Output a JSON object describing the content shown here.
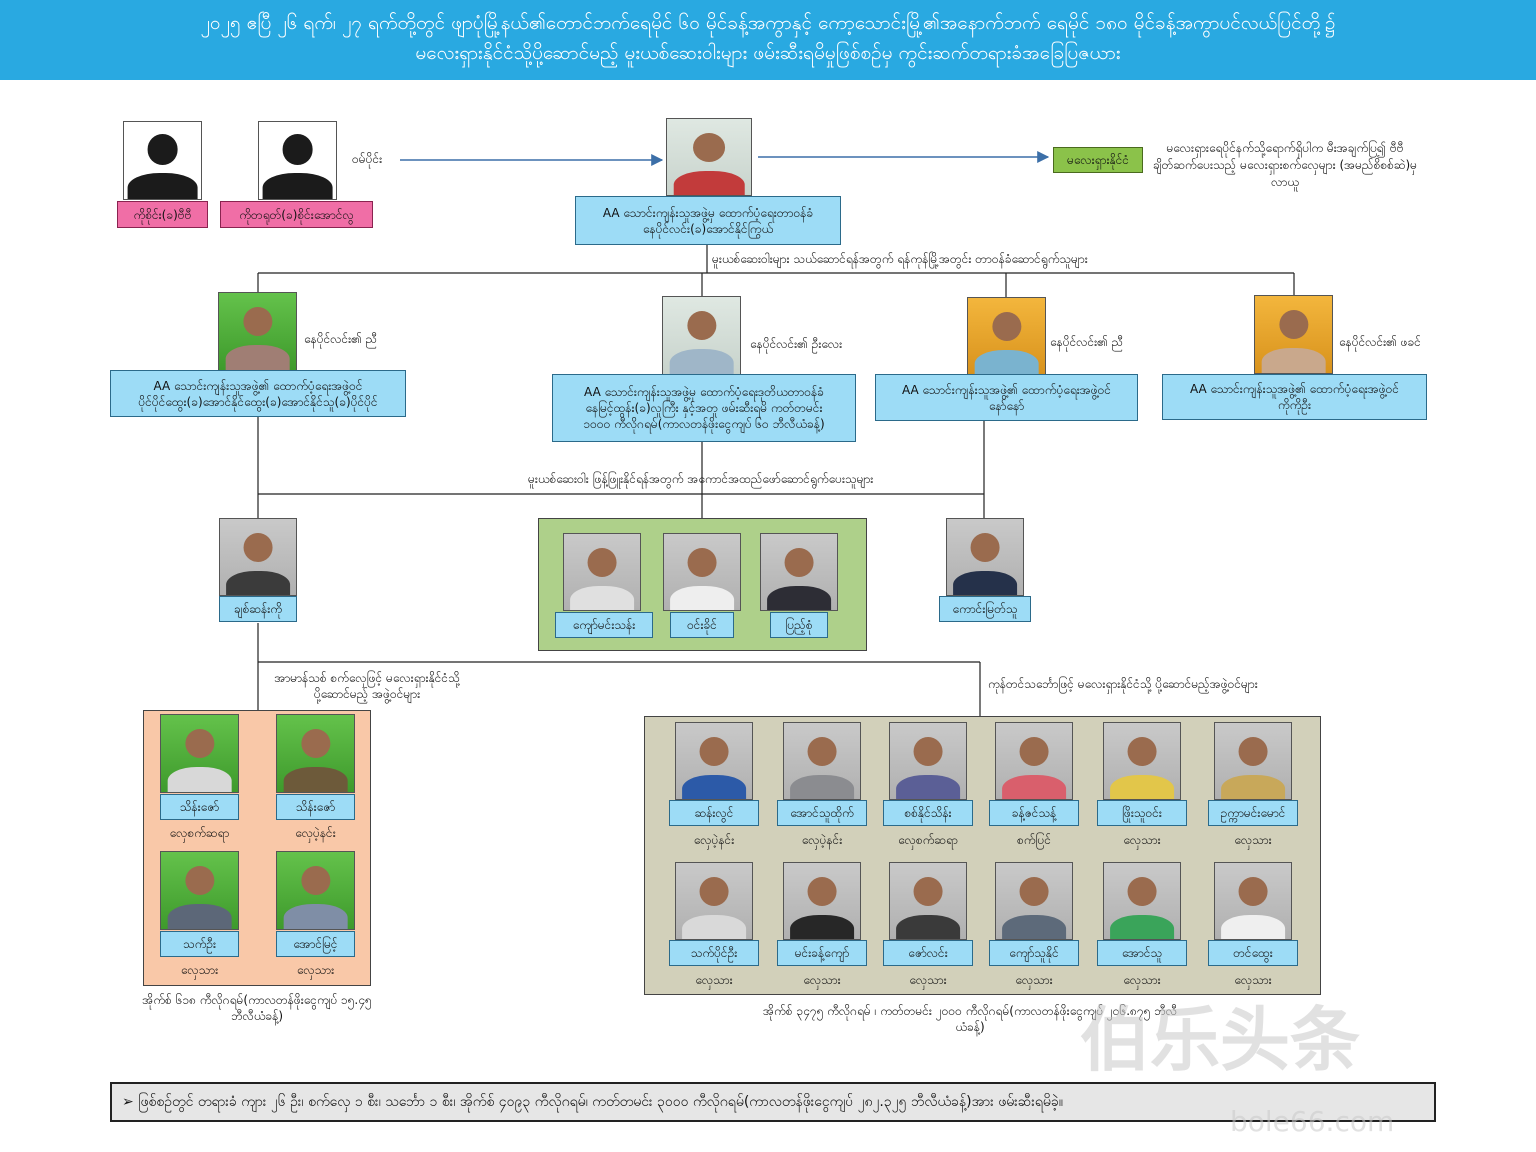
{
  "banner": {
    "line1": "၂၀၂၅ ဧပြီ ၂၆ ရက်၊ ၂၇ ရက်တို့တွင် ဖျာပုံမြို့နယ်၏တောင်ဘက်ရေမိုင် ၆၀ မိုင်ခန့်အကွာနှင့် ကော့သောင်းမြို့၏အနောက်ဘက် ရေမိုင် ၁၈၀ မိုင်ခန့်အကွာပင်လယ်ပြင်တို့၌",
    "line2": "မလေးရှားနိုင်ငံသို့ပို့ဆောင်မည့် မူးယစ်ဆေးဝါးများ ဖမ်းဆီးရမိမှုဖြစ်စဉ်မှ ကွင်းဆက်တရားခံအခြေပြဇယား"
  },
  "top": {
    "left_people": [
      {
        "name": "ကိုစိုင်း(ခ)ဗီဗီ"
      },
      {
        "name": "ကိုတရုတ်(ခ)စိုင်းအောင်လွ"
      }
    ],
    "arrow_label": "ဝမ်ပိုင်း",
    "leader": {
      "line1": "AA သောင်းကျန်းသူအဖွဲ့မှ ထောက်ပံ့ရေးတာဝန်ခံ",
      "line2": "နေပိုင်လင်း(ခ)အောင်နိုင်ကြွယ်"
    },
    "destination": "မလေးရှားနိုင်ငံ",
    "buyer_note": "မလေးရှားရေပိုင်နက်သို့ရောက်ရှိပါက မီးအချက်ပြ၍ ဗီဗီ ချိတ်ဆက်ပေးသည့် မလေးရှားစက်လှေများ (အမည်စိစစ်ဆဲ)မှလာယူ"
  },
  "tier1": {
    "header": "မူးယစ်ဆေးဝါးများ သယ်ဆောင်ရန်အတွက် ရန်ကုန်မြို့အတွင်း တာဝန်ခံဆောင်ရွက်သူများ",
    "members": [
      {
        "relation": "နေပိုင်လင်း၏ ညီ",
        "line1": "AA သောင်းကျန်းသူအဖွဲ့၏ ထောက်ပံ့ရေးအဖွဲ့ဝင်",
        "line2": "ပိုင်ပိုင်ထွေး(ခ)အောင်နိုင်ထွေး(ခ)အောင်နိုင်သူ(ခ)ပိုင်ပိုင်",
        "line3": ""
      },
      {
        "relation": "နေပိုင်လင်း၏ ဦးလေး",
        "line1": "AA သောင်းကျန်းသူအဖွဲ့မှ ထောက်ပံ့ရေးဒုတိယတာဝန်ခံ",
        "line2": "နေမြင့်ထွန်း(ခ)လူကြီး နှင့်အတူ ဖမ်းဆီးရမိ ကတ်တမင်း",
        "line3": "၁၀၀၀ ကီလိုဂရမ်(ကာလတန်ဖိုးငွေကျပ် ၆၀ ဘီလီယံခန့်)"
      },
      {
        "relation": "နေပိုင်လင်း၏ ညီ",
        "line1": "AA သောင်းကျန်းသူအဖွဲ့၏ ထောက်ပံ့ရေးအဖွဲ့ဝင်",
        "line2": "နော်နော်",
        "line3": ""
      },
      {
        "relation": "နေပိုင်လင်း၏ ဖခင်",
        "line1": "AA သောင်းကျန်းသူအဖွဲ့၏ ထောက်ပံ့ရေးအဖွဲ့ဝင်",
        "line2": "ကိုကိုဦး",
        "line3": ""
      }
    ]
  },
  "tier2": {
    "header": "မူးယစ်ဆေးဝါး ဖြန့်ဖြူးနိုင်ရန်အတွက် အကောင်အထည်ဖော်ဆောင်ရွက်ပေးသူများ",
    "left": {
      "name": "ချစ်ဆန်းကို"
    },
    "group": [
      {
        "name": "ကျော်မင်းသန်း"
      },
      {
        "name": "ဝင်းခိုင်"
      },
      {
        "name": "ပြည့်စုံ"
      }
    ],
    "right": {
      "name": "ကောင်းမြတ်သူ"
    }
  },
  "tier3": {
    "left_header": "အာမာန်သစ် စက်လှေဖြင့် မလေးရှားနိုင်ငံသို့ ပို့ဆောင်မည့် အဖွဲ့ဝင်များ",
    "right_header": "ကုန်တင်သင်္ဘောဖြင့် မလေးရှားနိုင်ငံသို့ ပို့ဆောင်မည့်အဖွဲ့ဝင်များ",
    "left_crew": [
      {
        "name": "သိန်းဇော်",
        "role": "လှေစက်ဆရာ"
      },
      {
        "name": "သိန်းဇော်",
        "role": "လှေပဲ့နင်း"
      },
      {
        "name": "သက်ဦး",
        "role": "လှေသား"
      },
      {
        "name": "အောင်မြင့်",
        "role": "လှေသား"
      }
    ],
    "left_seizure": "အိုက်စ် ၆၁၈ ကီလိုဂရမ်(ကာလတန်ဖိုးငွေကျပ် ၁၅.၄၅ ဘီလီယံခန့်)",
    "right_crew": [
      {
        "name": "ဆန်းလွင်",
        "role": "လှေပဲ့နင်း"
      },
      {
        "name": "အောင်သူထိုက်",
        "role": "လှေပဲ့နင်း"
      },
      {
        "name": "စစ်နိုင်သိန်း",
        "role": "လှေစက်ဆရာ"
      },
      {
        "name": "ခန့်ဇင်သန့်",
        "role": "စက်ပြင်"
      },
      {
        "name": "ဖြိုးသူဝင်း",
        "role": "လှေသား"
      },
      {
        "name": "ဥက္ကာမင်းမောင်",
        "role": "လှေသား"
      },
      {
        "name": "သက်ပိုင်ဦး",
        "role": "လှေသား"
      },
      {
        "name": "မင်းခန့်ကျော်",
        "role": "လှေသား"
      },
      {
        "name": "ဇော်လင်း",
        "role": "လှေသား"
      },
      {
        "name": "ကျော်သူနိုင်",
        "role": "လှေသား"
      },
      {
        "name": "အောင်သူ",
        "role": "လှေသား"
      },
      {
        "name": "တင်ထွေး",
        "role": "လှေသား"
      }
    ],
    "right_seizure": "အိုက်စ် ၃၄၇၅ ကီလိုဂရမ် ၊ ကတ်တမင်း ၂၀၀၀ ကီလိုဂရမ်(ကာလတန်ဖိုးငွေကျပ် ၂၀၆.၈၇၅ ဘီလီယံခန့်)"
  },
  "footer": {
    "bullet": "➢",
    "text": "ဖြစ်စဉ်တွင် တရားခံ ကျား ၂၆ ဦး၊ စက်လှေ ၁ စီး၊ သင်္ဘော ၁ စီး၊ အိုက်စ် ၄၀၉၃ ကီလိုဂရမ်၊ ကတ်တမင်း ၃၀၀၀ ကီလိုဂရမ်(ကာလတန်ဖိုးငွေကျပ် ၂၈၂.၃၂၅ ဘီလီယံခန့်)အား ဖမ်းဆီးရမိခဲ့။"
  },
  "watermark": {
    "logo": "伯乐头条",
    "sub": "bole66.com"
  },
  "colors": {
    "banner": "#29a9e1",
    "label": "#9ddcf6",
    "pink": "#f06ea6",
    "dest": "#8bc24a",
    "panel_green": "#aed08a",
    "panel_peach": "#f9c8a8",
    "panel_khaki": "#d2d0ba"
  }
}
